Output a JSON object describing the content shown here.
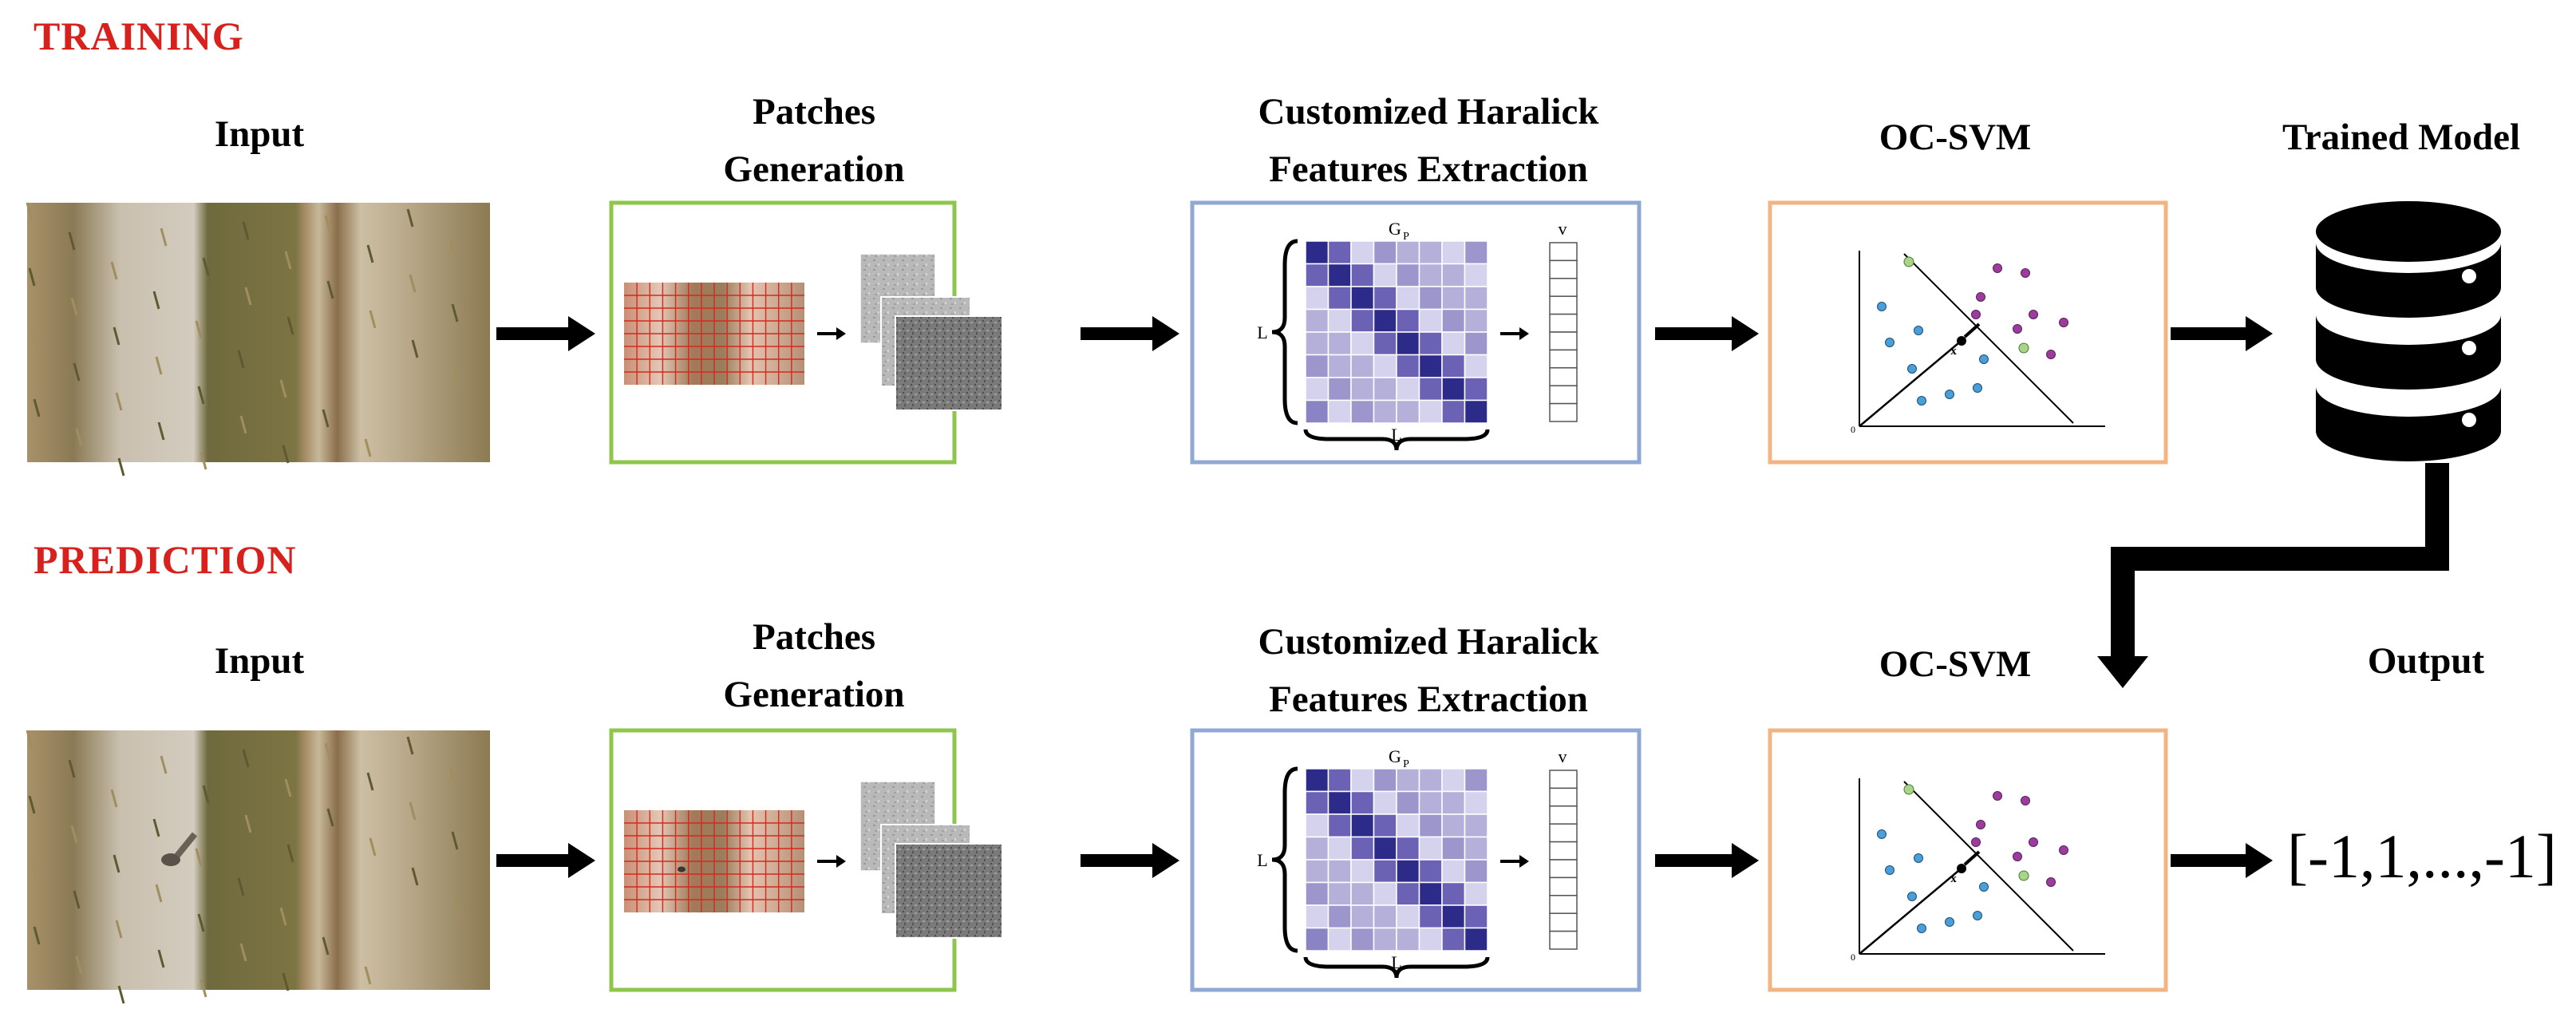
{
  "sections": {
    "training": "TRAINING",
    "prediction": "PREDICTION"
  },
  "training": {
    "input_title": "Input",
    "patches_title": [
      "Patches",
      "Generation"
    ],
    "features_title": [
      "Customized Haralick",
      "Features Extraction"
    ],
    "ocsvm_title": "OC-SVM",
    "model_title": "Trained Model"
  },
  "prediction": {
    "input_title": "Input",
    "patches_title": [
      "Patches",
      "Generation"
    ],
    "features_title": [
      "Customized Haralick",
      "Features Extraction"
    ],
    "ocsvm_title": "OC-SVM",
    "output_title": "Output",
    "output_value": "[-1,1,...,-1]"
  },
  "matrix_labels": {
    "top": "G",
    "top_sub": "P",
    "left": "L",
    "bottom": "L",
    "vector": "v"
  },
  "svm_labels": {
    "point": "x",
    "origin": "0"
  },
  "colors": {
    "section_label": "#d8201d",
    "patches_border": "#8dc64a",
    "features_border": "#8fa9d4",
    "ocsvm_border": "#f3b483",
    "point_blue": "#4a9fd8",
    "point_purple": "#9a3d9c",
    "point_green": "#a8d58a"
  }
}
